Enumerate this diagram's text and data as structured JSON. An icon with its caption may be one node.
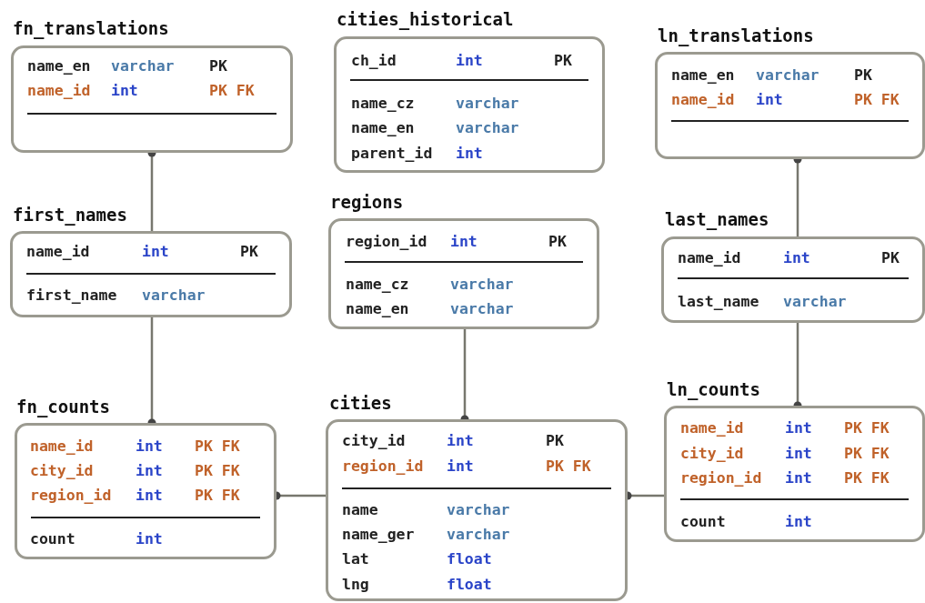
{
  "diagram": {
    "nodes": [
      {
        "text": [
          "fn_translations",
          "name_en",
          "varchar",
          "PK",
          "name_id",
          "int",
          "PK FK"
        ]
      },
      {
        "text": [
          "cities_historical",
          "ch_id",
          "int",
          "PK",
          "name_cz",
          "varchar",
          "name_en",
          "varchar",
          "parent_id",
          "int"
        ]
      },
      {
        "text": [
          "ln_translations",
          "name_en",
          "varchar",
          "PK",
          "name_id",
          "int",
          "PK FK"
        ]
      },
      {
        "text": [
          "first_names",
          "name_id",
          "int",
          "PK",
          "first_name",
          "varchar"
        ]
      },
      {
        "text": [
          "regions",
          "region_id",
          "int",
          "PK",
          "name_cz",
          "varchar",
          "name_en",
          "varchar"
        ]
      },
      {
        "text": [
          "last_names",
          "name_id",
          "int",
          "PK",
          "last_name",
          "varchar"
        ]
      },
      {
        "text": [
          "fn_counts",
          "name_id",
          "int",
          "PK FK",
          "city_id",
          "int",
          "PK FK",
          "region_id",
          "int",
          "PK FK",
          "count",
          "int"
        ]
      },
      {
        "text": [
          "cities",
          "city_id",
          "int",
          "PK",
          "region_id",
          "int",
          "PK FK",
          "name",
          "varchar",
          "name_ger",
          "varchar",
          "lat",
          "float",
          "lng",
          "float"
        ]
      },
      {
        "text": [
          "ln_counts",
          "name_id",
          "int",
          "PK FK",
          "city_id",
          "int",
          "PK FK",
          "region_id",
          "int",
          "PK FK",
          "count",
          "int"
        ]
      }
    ],
    "edges": [
      {
        "from": 0,
        "to": 3,
        "arrow": "other"
      },
      {
        "from": 6,
        "to": 3,
        "arrow": "other"
      },
      {
        "from": 7,
        "to": 4,
        "arrow": "other"
      },
      {
        "from": 6,
        "to": 7,
        "arrow": "other"
      },
      {
        "from": 7,
        "to": 8,
        "arrow": "other"
      },
      {
        "from": 2,
        "to": 5,
        "arrow": "other"
      },
      {
        "from": 8,
        "to": 5,
        "arrow": "other"
      }
    ]
  }
}
